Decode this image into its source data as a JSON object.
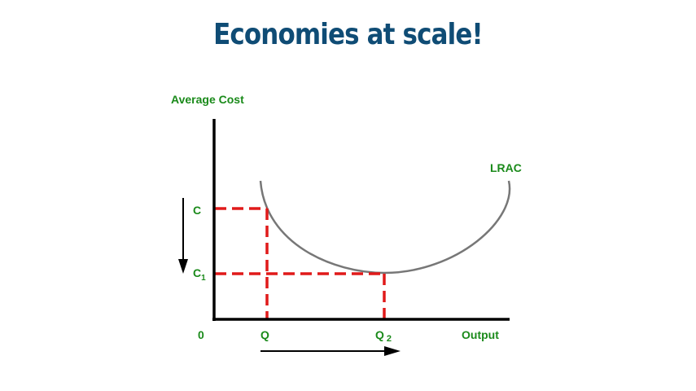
{
  "title": "Economies at scale!",
  "diagram": {
    "y_axis_label": "Average Cost",
    "x_axis_label": "Output",
    "origin_label": "0",
    "curve_label": "LRAC",
    "cost_labels": {
      "c": "C",
      "c1_main": "C",
      "c1_sub": "1"
    },
    "output_labels": {
      "q": "Q",
      "q2_main": "Q",
      "q2_sub": "2"
    },
    "colors": {
      "title": "#0f4c75",
      "labels": "#1a8a1a",
      "dashed_lines": "#e01a1a",
      "curve": "#777777",
      "axes": "#000000"
    }
  }
}
